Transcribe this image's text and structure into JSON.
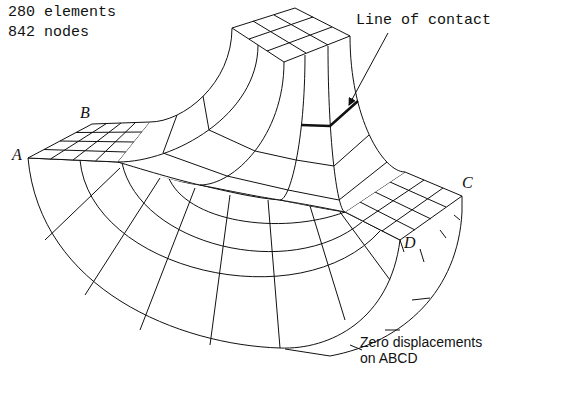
{
  "diagram": {
    "labels": [
      "280 elements",
      "842 nodes",
      "Line of contact",
      "A",
      "B",
      "C",
      "D",
      "Zero displacements on ABCD"
    ]
  }
}
